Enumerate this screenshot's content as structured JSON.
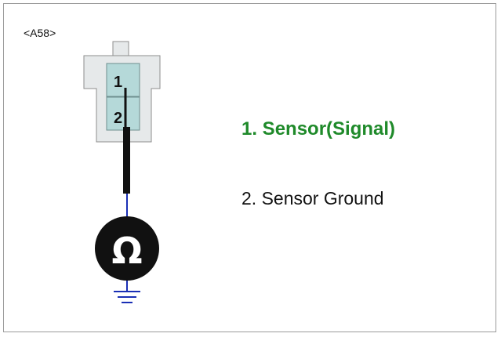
{
  "connector": {
    "id": "<A58>",
    "pins": [
      {
        "number": "1"
      },
      {
        "number": "2"
      }
    ]
  },
  "meter": {
    "symbol": "Ω",
    "symbol-icon": "ohmmeter-icon"
  },
  "legend": [
    {
      "label": "1. Sensor(Signal)",
      "color": "#1f8a2a",
      "highlight": true
    },
    {
      "label": "2. Sensor Ground",
      "color": "#111111",
      "highlight": false
    }
  ],
  "colors": {
    "connector_body": "#e6e9ea",
    "connector_outline": "#8e8e8e",
    "pin_fill": "#b5d9d9",
    "probe_wire": "#111111",
    "meter_lead": "#1a2fb5",
    "meter_body": "#111111",
    "ground": "#1a2fb5"
  }
}
